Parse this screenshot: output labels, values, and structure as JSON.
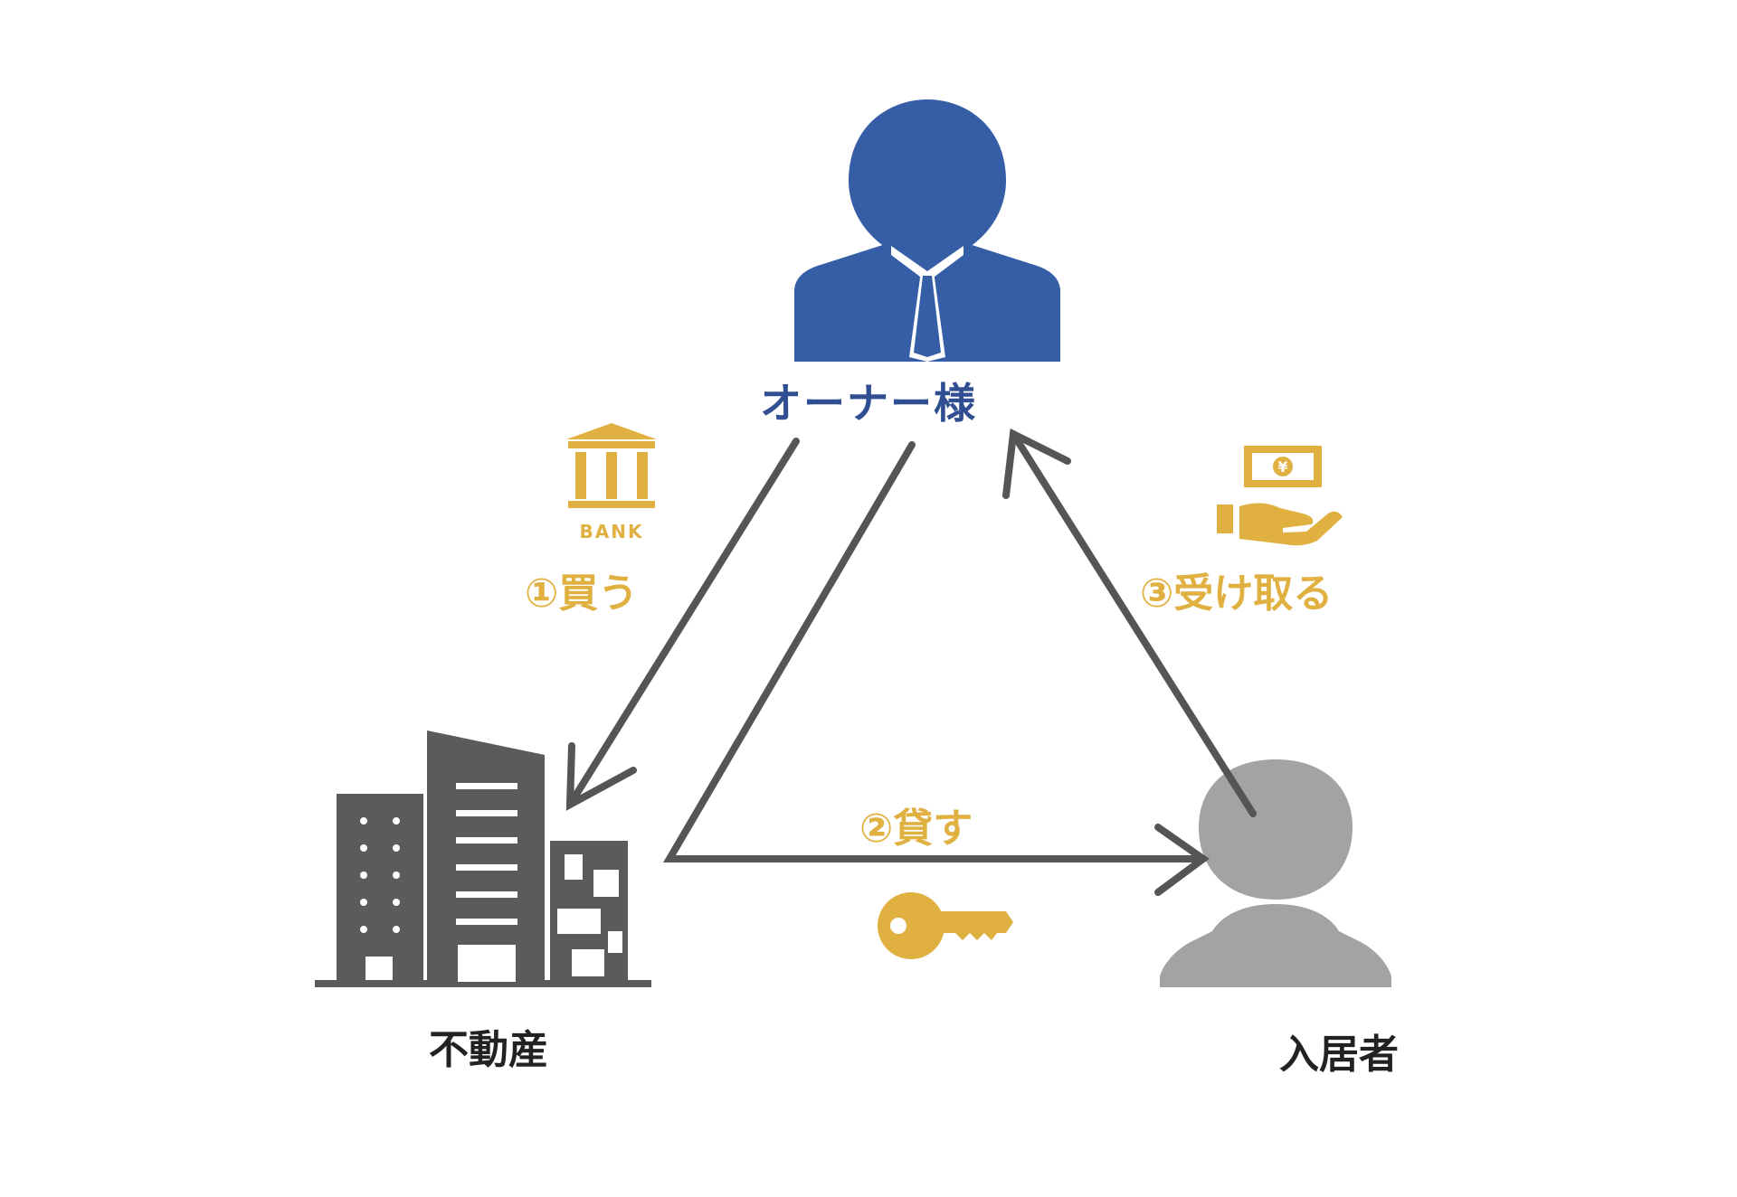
{
  "owner": {
    "label": "オーナー様",
    "icon": "businessman-icon"
  },
  "property": {
    "label": "不動産",
    "icon": "buildings-icon"
  },
  "tenant": {
    "label": "入居者",
    "icon": "person-icon"
  },
  "steps": [
    {
      "label": "①買う",
      "icon": "bank-icon",
      "icon_text": "BANK"
    },
    {
      "label": "②貸す",
      "icon": "key-icon"
    },
    {
      "label": "③受け取る",
      "icon": "money-hand-icon",
      "icon_text": "¥"
    }
  ],
  "colors": {
    "owner": "#355ea6",
    "accent": "#e0b040",
    "building": "#5b5b5b",
    "tenant": "#a3a3a3",
    "arrow": "#555555"
  }
}
